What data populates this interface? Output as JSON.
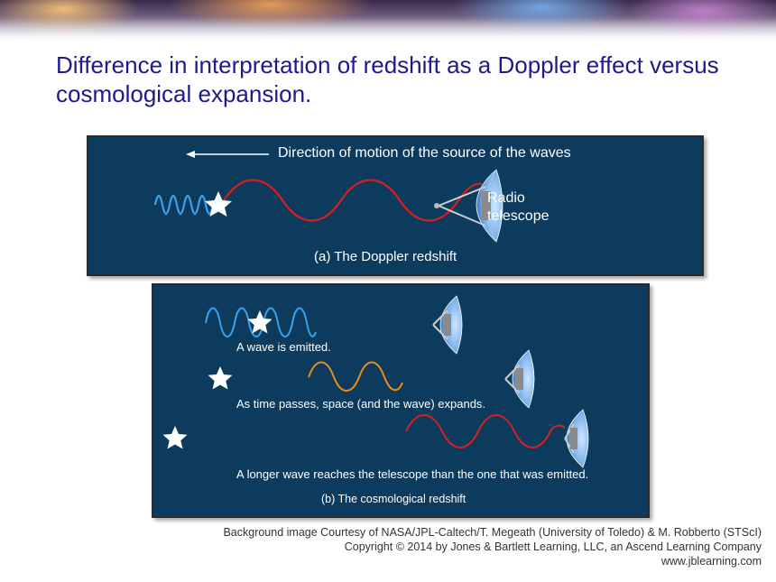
{
  "slide": {
    "title": "Difference in interpretation of redshift as a Doppler effect versus cosmological expansion."
  },
  "panel_a": {
    "direction_label": "Direction of motion of the source of the waves",
    "telescope_label_line1": "Radio",
    "telescope_label_line2": "telescope",
    "caption": "(a) The Doppler redshift"
  },
  "panel_b": {
    "step1": "A wave is emitted.",
    "step2": "As time passes, space (and the wave) expands.",
    "step3": "A longer wave reaches the telescope than the one that was emitted.",
    "caption": "(b) The cosmological redshift"
  },
  "credits": {
    "line1": "Background image Courtesy of NASA/JPL-Caltech/T. Megeath (University of Toledo) & M. Robberto (STScI)",
    "line2": "Copyright © 2014 by Jones & Bartlett Learning, LLC, an Ascend Learning Company",
    "line3": "www.jblearning.com"
  },
  "colors": {
    "panel_bg": "#0d3b5e",
    "blue_wave": "#3aa0e8",
    "red_wave": "#d42020",
    "orange_wave": "#f08a1e",
    "title": "#1b1b8c"
  },
  "icons": {
    "star": "star-icon",
    "telescope": "radio-telescope-icon",
    "arrow": "arrow-left-icon"
  }
}
